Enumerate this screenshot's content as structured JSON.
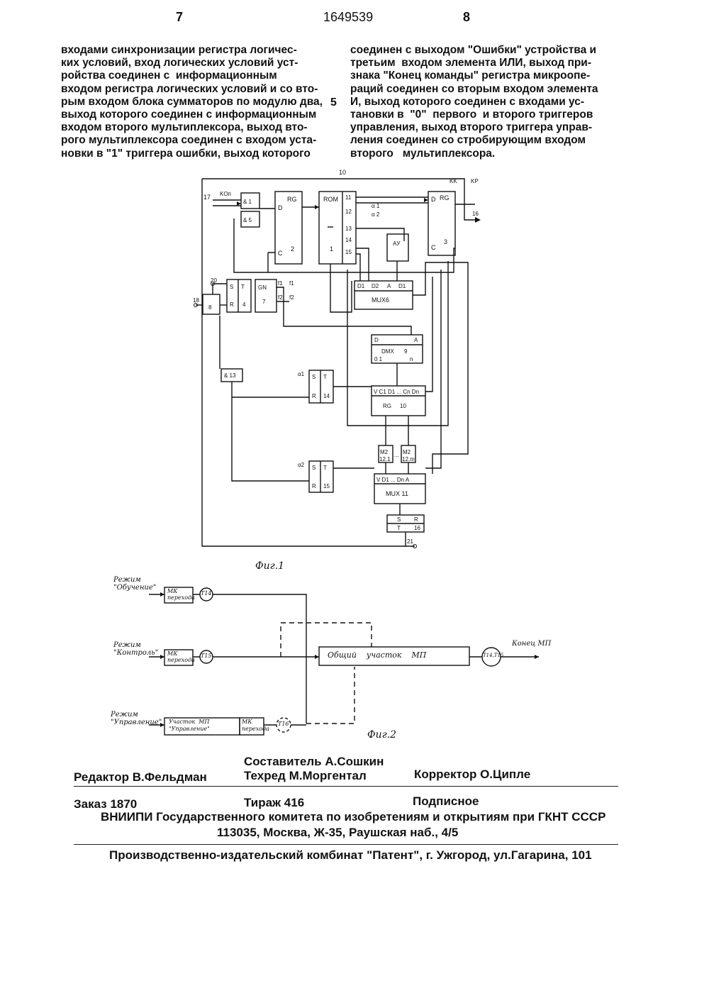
{
  "header": {
    "page_left": "7",
    "patent_number": "1649539",
    "page_right": "8"
  },
  "text_left": [
    "входами синхронизации регистра логичес-",
    "ких условий, вход логических условий уст-",
    "ройства соединен с  информационным",
    "входом регистра логических условий и со вто-",
    "рым входом блока сумматоров по модулю два,",
    "выход которого соединен с информационным",
    "входом второго мультиплексора, выход вто-",
    "рого мультиплексора соединен с входом уста-",
    "новки в \"1\" триггера ошибки, выход которого"
  ],
  "line_number": "5",
  "text_right": [
    "соединен с выходом \"Ошибки\" устройства и",
    "третьим  входом элемента ИЛИ, выход при-",
    "знака \"Конец команды\" регистра микроопе-",
    "раций соединен со вторым входом элемента",
    "И, выход которого соединен с входами ус-",
    "тановки в  \"0\"  первого  и второго триггеров",
    "управления, выход второго триггера управ-",
    "ления соединен со стробирующим входом",
    "второго   мультиплексора."
  ],
  "fig1": {
    "caption": "Фиг.1",
    "labels": {
      "n10": "10",
      "n17": "17",
      "ko": "KOп",
      "and1": "& 1",
      "and5": "& 5",
      "rg_d": "D",
      "rg": "RG",
      "rg_c": "C",
      "rg_2": "2",
      "rom": "ROM",
      "rom_1": "1",
      "o11": "11",
      "o12": "12",
      "o13": "13",
      "o14": "14",
      "o15": "15",
      "a1": "α 1",
      "a2": "α 2",
      "kk": "KK",
      "kp": "KP",
      "rg3": "RG",
      "rg3_d": "D",
      "rg3_c": "C",
      "rg3_3": "3",
      "n16": "16",
      "au": "AУ",
      "mux6": "MUX6",
      "mux6_in": [
        "D1",
        "D2",
        "A",
        "D1"
      ],
      "n20": "20",
      "n18": "18",
      "or8": "8",
      "t4_s": "S",
      "t4_t": "T",
      "t4_r": "R",
      "t4_n": "4",
      "gn": "GN",
      "gn_n": "7",
      "f1": "f1",
      "f2": "f2",
      "g1": "f1",
      "g2": "f2",
      "dmx": "DMX",
      "dmx_n": "9",
      "dmx_d": "D",
      "dmx_a": "A",
      "dmx_o": "0  1",
      "dmx_n_out": "n",
      "and13": "& 13",
      "t14_in": "α1",
      "t14_s": "S",
      "t14_t": "T",
      "t14_r": "R",
      "t14_n": "14",
      "rg10": "RG",
      "rg10_n": "10",
      "rg10_in": "V  C1 D1 ...  Cn Dn",
      "m2_1": "M2",
      "m2_1n": "12.1",
      "m2_n": "M2",
      "m2_nn": "12.m",
      "dots": "...",
      "t15_in": "α2",
      "t15_s": "S",
      "t15_t": "T",
      "t15_r": "R",
      "t15_n": "15",
      "mux11": "MUX 11",
      "mux11_in": "V  D1 ...  Dn  A",
      "t16_s": "S",
      "t16_r": "R",
      "t16_t": "T",
      "t16_n": "16",
      "n21": "21"
    }
  },
  "fig2": {
    "caption": "Фиг.2",
    "mode1": "Режим\n\"Обучение\"",
    "mode2": "Режим\n\"Контроль\"",
    "mode3": "Режим\n\"Управление\"",
    "mk1": "МК\nперехода",
    "mk2": "МК\nперехода",
    "t14": "T14",
    "t15": "T15",
    "t16": "T16",
    "section": "Участок  МП\n\"Управление\"",
    "mk3": "МК\nперехода",
    "common": "Общий    участок    МП",
    "end_nodes": "T14,T15",
    "end_label": "Конец  МП"
  },
  "footer": {
    "compiler": "Составитель  А.Сошкин",
    "editor": "Редактор  В.Фельдман",
    "techred": "Техред М.Моргентал",
    "corrector": "Корректор  О.Ципле",
    "order": "Заказ  1870",
    "circulation": "Тираж 416",
    "subscription": "Подписное",
    "org": "ВНИИПИ Государственного комитета по изобретениям и открытиям при ГКНТ СССР",
    "address": "113035, Москва, Ж-35, Раушская наб., 4/5",
    "printer": "Производственно-издательский комбинат \"Патент\", г. Ужгород, ул.Гагарина, 101"
  }
}
